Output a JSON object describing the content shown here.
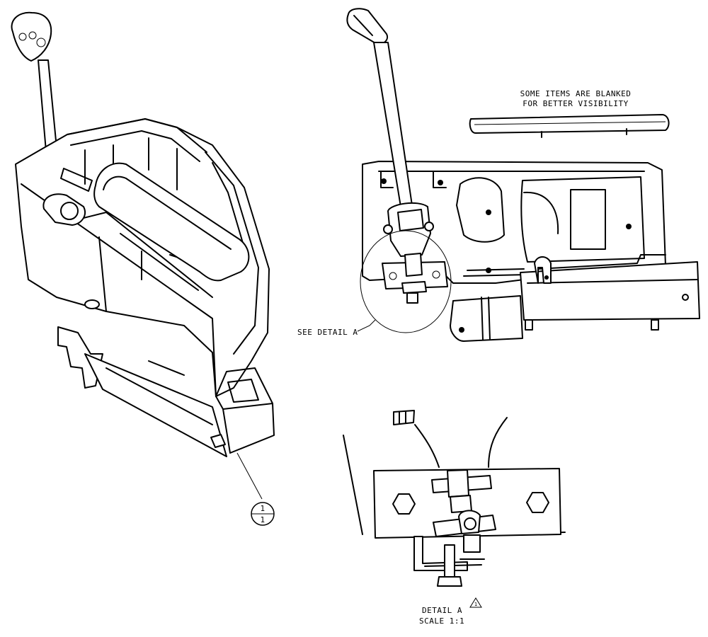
{
  "notes": {
    "blanked_line1": "SOME ITEMS ARE BLANKED",
    "blanked_line2": "FOR BETTER VISIBILITY",
    "see_detail": "SEE DETAIL  A",
    "detail_title": "DETAIL  A",
    "detail_scale": "SCALE  1:1"
  },
  "callout": {
    "top": "1",
    "bottom": "1"
  },
  "revision_mark": "1"
}
